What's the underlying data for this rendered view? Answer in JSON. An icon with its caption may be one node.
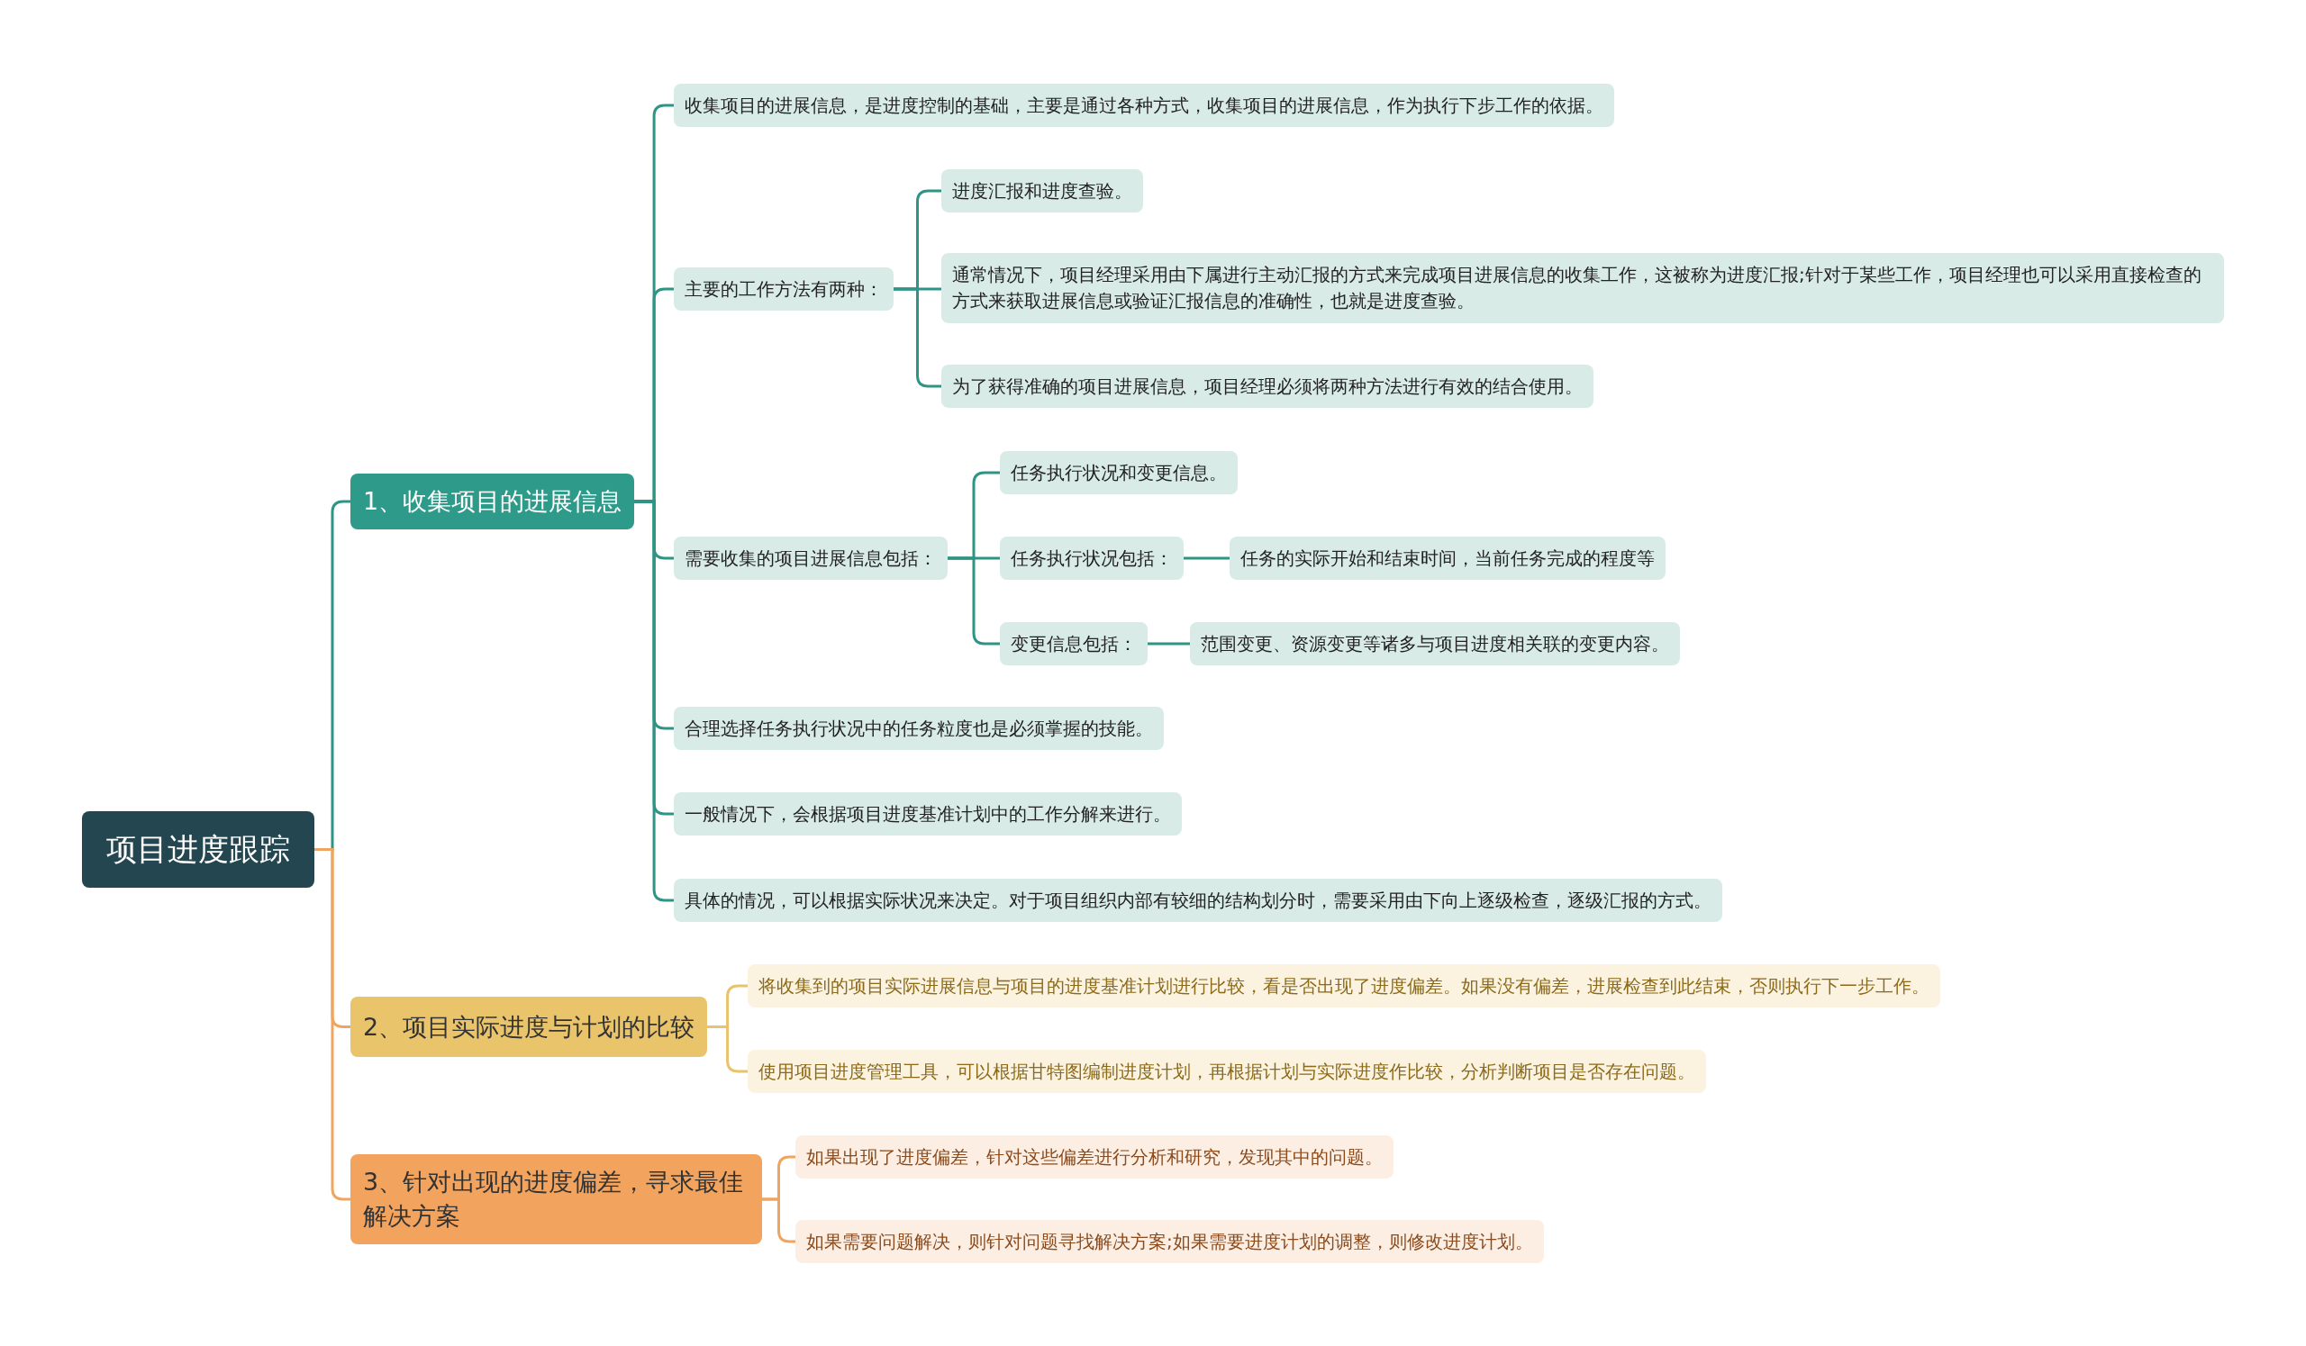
{
  "diagram": {
    "nodes": [
      {
        "text": [
          "项目进度跟踪"
        ]
      },
      {
        "text": [
          "1、收集项目的进展信息"
        ]
      },
      {
        "text": [
          "收集项目的进展信息，是进度控制的基础，主要是通过各种方式，收集项目的进展信息，作为执行下步工作的依据。"
        ]
      },
      {
        "text": [
          "主要的工作方法有两种："
        ]
      },
      {
        "text": [
          "进度汇报和进度查验。"
        ]
      },
      {
        "text": [
          "通常情况下，项目经理采用由下属进行主动汇报的方式来完成项目进展信息的收集工作，这被称为进度汇报;针对于某些工作，项目经理也可以采用直接检查的方式来获取进展信息或验证汇报信息的准确性，也就是进度查验。"
        ]
      },
      {
        "text": [
          "为了获得准确的项目进展信息，项目经理必须将两种方法进行有效的结合使用。"
        ]
      },
      {
        "text": [
          "需要收集的项目进展信息包括："
        ]
      },
      {
        "text": [
          "任务执行状况和变更信息。"
        ]
      },
      {
        "text": [
          "任务执行状况包括："
        ]
      },
      {
        "text": [
          "任务的实际开始和结束时间，当前任务完成的程度等"
        ]
      },
      {
        "text": [
          "变更信息包括："
        ]
      },
      {
        "text": [
          "范围变更、资源变更等诸多与项目进度相关联的变更内容。"
        ]
      },
      {
        "text": [
          "合理选择任务执行状况中的任务粒度也是必须掌握的技能。"
        ]
      },
      {
        "text": [
          "一般情况下，会根据项目进度基准计划中的工作分解来进行。"
        ]
      },
      {
        "text": [
          "具体的情况，可以根据实际状况来决定。对于项目组织内部有较细的结构划分时，需要采用由下向上逐级检查，逐级汇报的方式。"
        ]
      },
      {
        "text": [
          "2、项目实际进度与计划的比较"
        ]
      },
      {
        "text": [
          "将收集到的项目实际进展信息与项目的进度基准计划进行比较，看是否出现了进度偏差。如果没有偏差，进展检查到此结束，否则执行下一步工作。"
        ]
      },
      {
        "text": [
          "使用项目进度管理工具，可以根据甘特图编制进度计划，再根据计划与实际进度作比较，分析判断项目是否存在问题。"
        ]
      },
      {
        "text": [
          "3、针对出现的进度偏差，寻求最佳解决方案"
        ]
      },
      {
        "text": [
          "如果出现了进度偏差，针对这些偏差进行分析和研究，发现其中的问题。"
        ]
      },
      {
        "text": [
          "如果需要问题解决，则针对问题寻找解决方案;如果需要进度计划的调整，则修改进度计划。"
        ]
      }
    ],
    "edges": [
      {
        "from": 0,
        "to": 1,
        "arrow": "none"
      },
      {
        "from": 0,
        "to": 16,
        "arrow": "none",
        "color": "#eea55f"
      },
      {
        "from": 0,
        "to": 19,
        "arrow": "none",
        "color": "#eea55f"
      },
      {
        "from": 1,
        "to": 2,
        "arrow": "none"
      },
      {
        "from": 1,
        "to": 3,
        "arrow": "none"
      },
      {
        "from": 1,
        "to": 7,
        "arrow": "none"
      },
      {
        "from": 1,
        "to": 13,
        "arrow": "none"
      },
      {
        "from": 1,
        "to": 14,
        "arrow": "none"
      },
      {
        "from": 1,
        "to": 15,
        "arrow": "none"
      },
      {
        "from": 3,
        "to": 4,
        "arrow": "none"
      },
      {
        "from": 3,
        "to": 5,
        "arrow": "none"
      },
      {
        "from": 3,
        "to": 6,
        "arrow": "none"
      },
      {
        "from": 7,
        "to": 8,
        "arrow": "none"
      },
      {
        "from": 7,
        "to": 9,
        "arrow": "none"
      },
      {
        "from": 7,
        "to": 11,
        "arrow": "none"
      },
      {
        "from": 9,
        "to": 10,
        "arrow": "none"
      },
      {
        "from": 11,
        "to": 12,
        "arrow": "none"
      },
      {
        "from": 16,
        "to": 17,
        "arrow": "none",
        "color": "#e7c46c"
      },
      {
        "from": 16,
        "to": 18,
        "arrow": "none",
        "color": "#e7c46c"
      },
      {
        "from": 19,
        "to": 20,
        "arrow": "none",
        "color": "#eea55f"
      },
      {
        "from": 19,
        "to": 21,
        "arrow": "none",
        "color": "#eea55f"
      }
    ]
  }
}
